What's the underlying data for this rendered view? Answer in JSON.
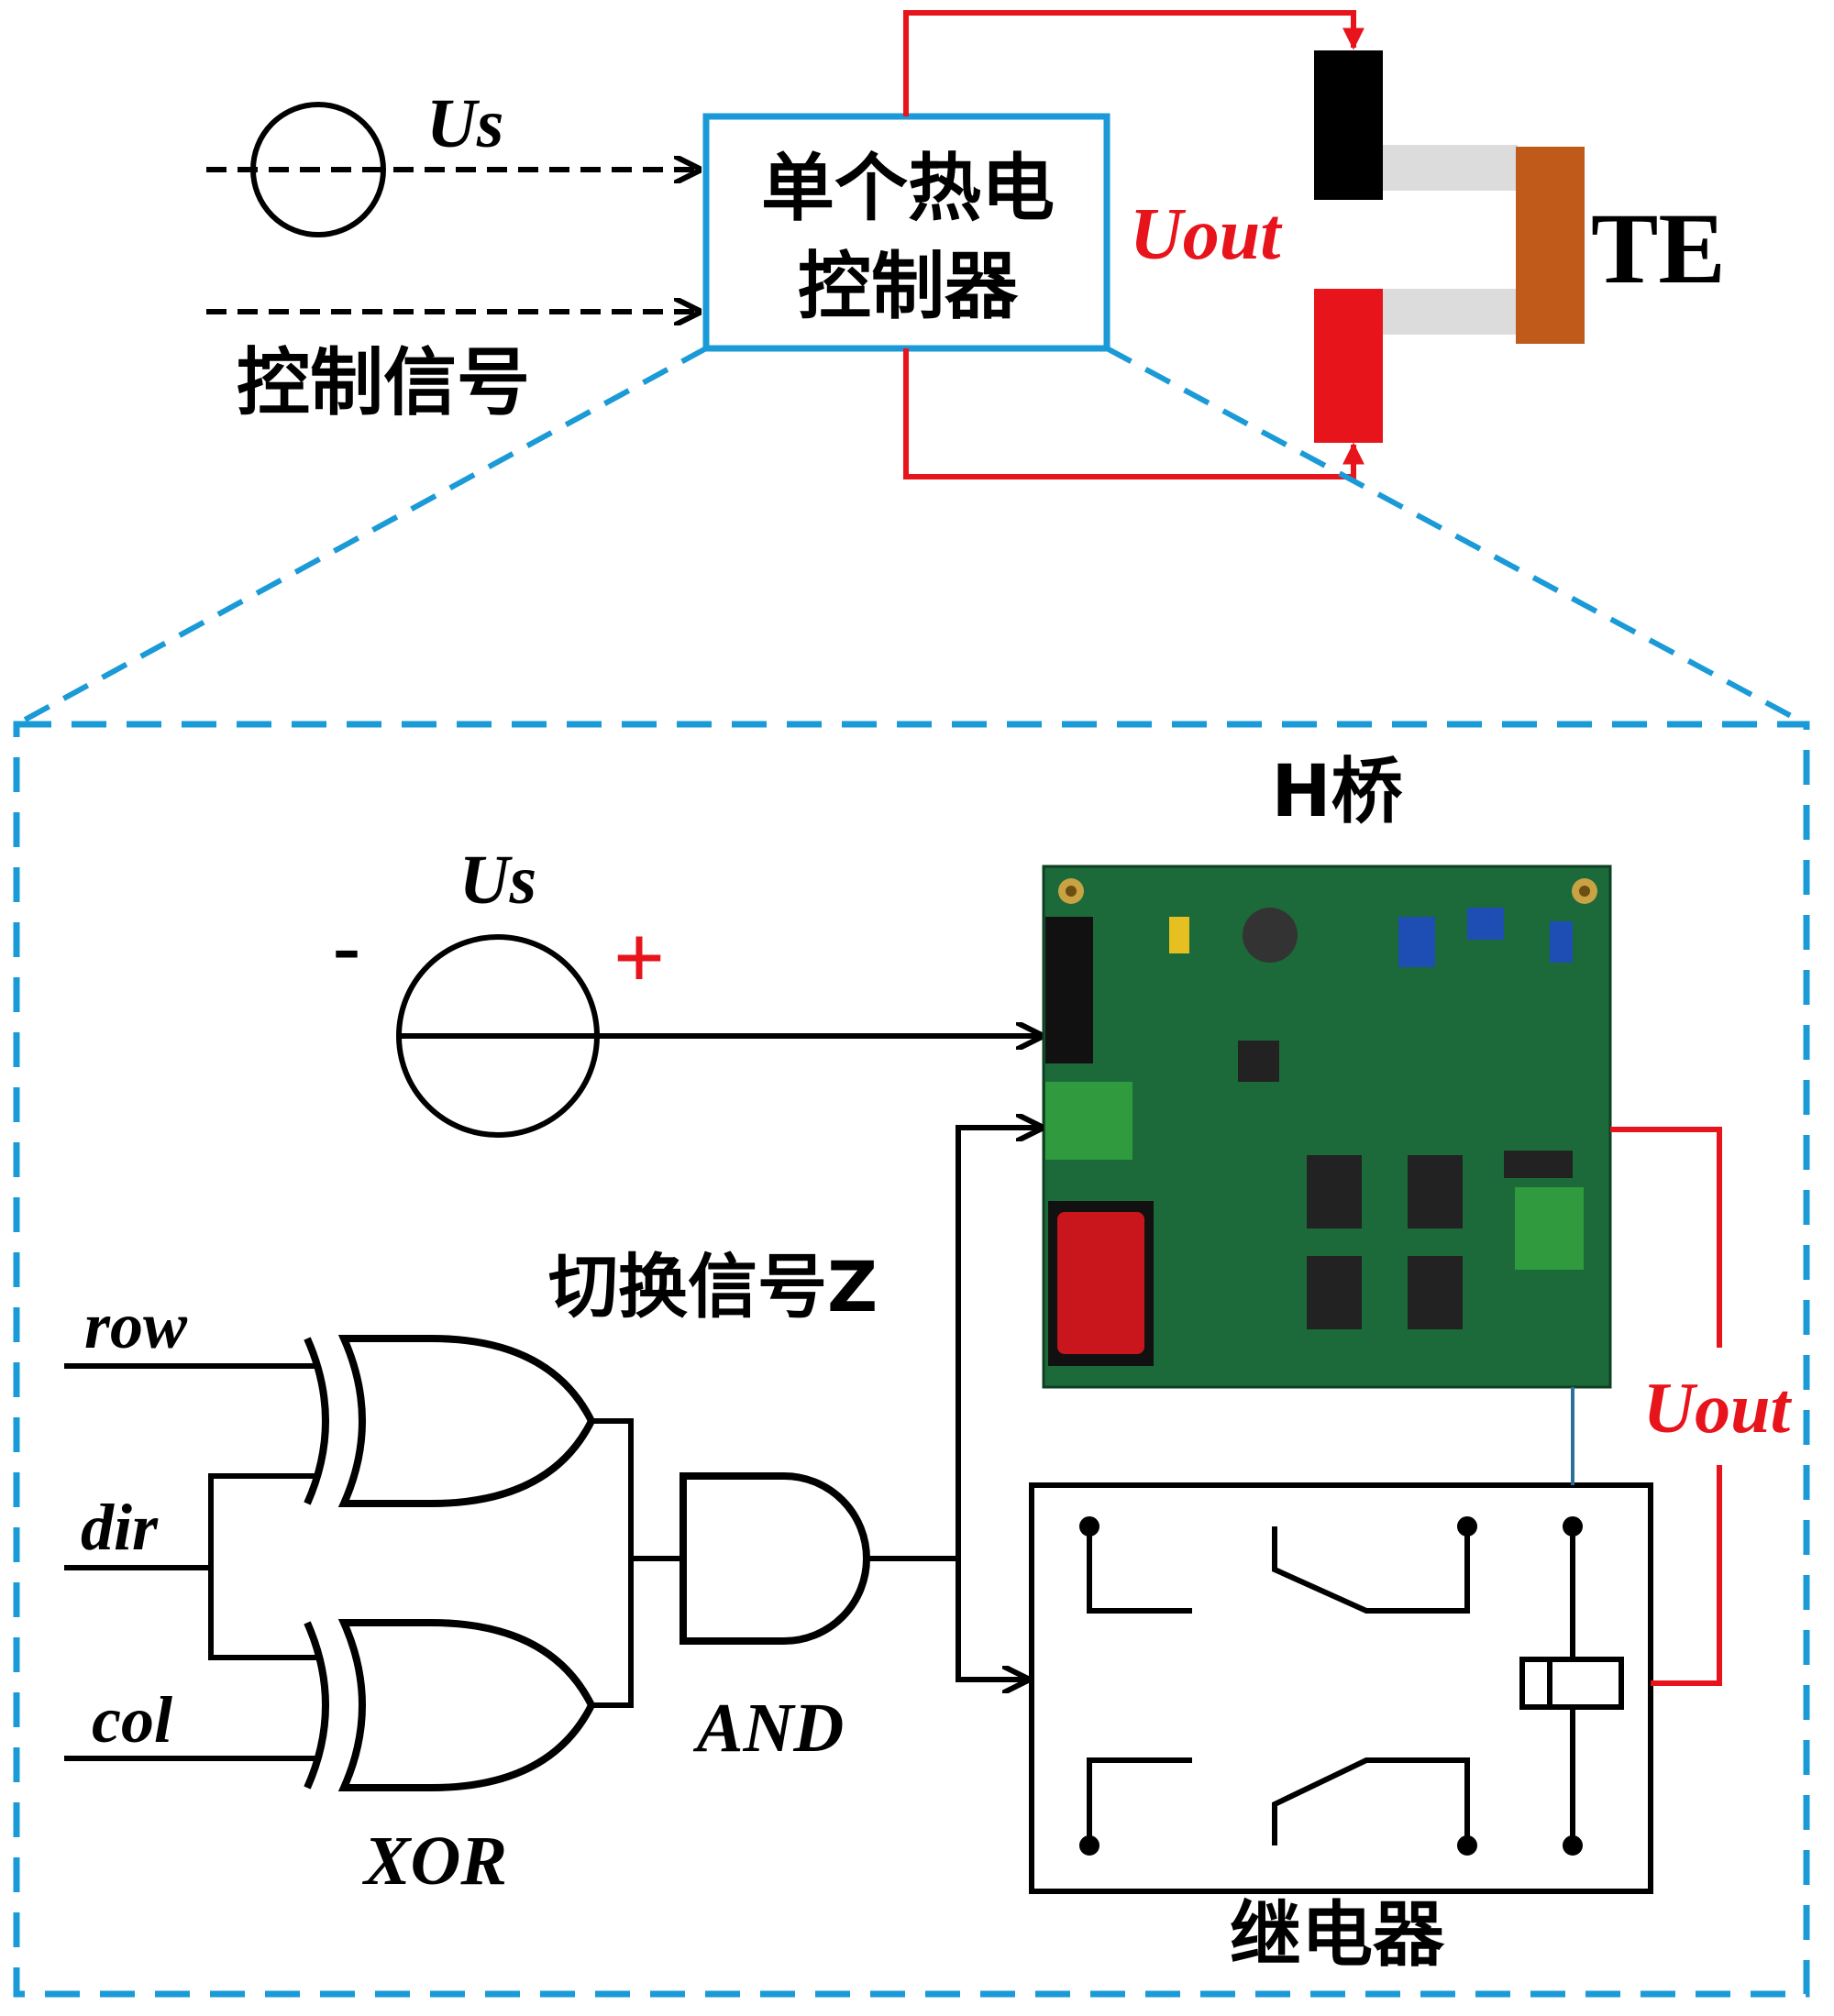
{
  "labels": {
    "us_top": "Us",
    "controller_line1": "单个热电",
    "controller_line2": "控制器",
    "control_signal": "控制信号",
    "uout_top": "Uout",
    "te": "TE",
    "hbridge": "H桥",
    "us_bottom": "Us",
    "minus": "-",
    "plus": "+",
    "switch_signal": "切换信号Z",
    "row": "row",
    "dir": "dir",
    "col": "col",
    "and": "AND",
    "xor": "XOR",
    "uout_bottom": "Uout",
    "relay": "继电器"
  },
  "colors": {
    "blue": "#1a9ad6",
    "red": "#e8141c",
    "black": "#000000",
    "te_black": "#000000",
    "te_red": "#e8141c",
    "te_brown": "#c05a1a",
    "te_gray": "#dcdcdc",
    "pcb_green": "#1c6a3a"
  },
  "icons": [
    "voltage-source-icon",
    "xor-gate-icon",
    "and-gate-icon",
    "relay-icon",
    "h-bridge-board-image",
    "thermoelectric-element-icon"
  ]
}
